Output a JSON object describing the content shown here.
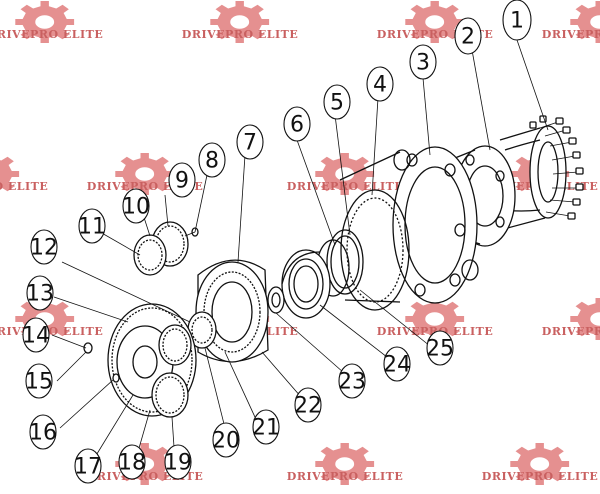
{
  "watermark": {
    "text": "DRIVEPRO ELITE",
    "color": "#d86a6a",
    "icon": "gear-logo-icon"
  },
  "callouts": [
    {
      "id": "1",
      "label": "1"
    },
    {
      "id": "2",
      "label": "2"
    },
    {
      "id": "3",
      "label": "3"
    },
    {
      "id": "4",
      "label": "4"
    },
    {
      "id": "5",
      "label": "5"
    },
    {
      "id": "6",
      "label": "6"
    },
    {
      "id": "7",
      "label": "7"
    },
    {
      "id": "8",
      "label": "8"
    },
    {
      "id": "9",
      "label": "9"
    },
    {
      "id": "10",
      "label": "10"
    },
    {
      "id": "11",
      "label": "11"
    },
    {
      "id": "12",
      "label": "12"
    },
    {
      "id": "13",
      "label": "13"
    },
    {
      "id": "14",
      "label": "14"
    },
    {
      "id": "15",
      "label": "15"
    },
    {
      "id": "16",
      "label": "16"
    },
    {
      "id": "17",
      "label": "17"
    },
    {
      "id": "18",
      "label": "18"
    },
    {
      "id": "19",
      "label": "19"
    },
    {
      "id": "20",
      "label": "20"
    },
    {
      "id": "21",
      "label": "21"
    },
    {
      "id": "22",
      "label": "22"
    },
    {
      "id": "23",
      "label": "23"
    },
    {
      "id": "24",
      "label": "24"
    },
    {
      "id": "25",
      "label": "25"
    }
  ]
}
